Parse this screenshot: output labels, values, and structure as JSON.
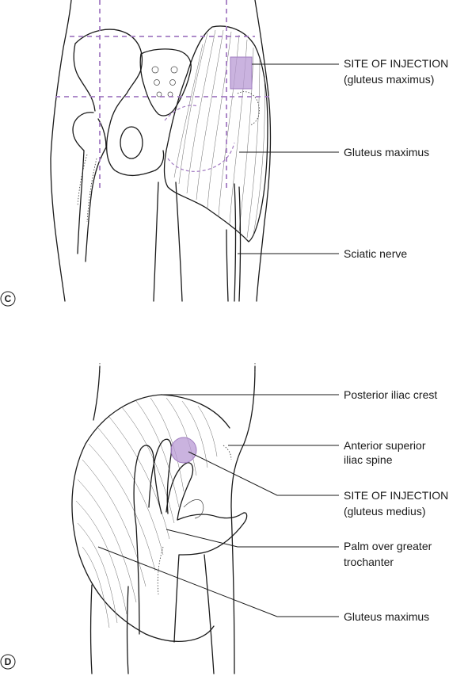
{
  "panel_c": {
    "letter": "C",
    "labels": {
      "site_title": "SITE OF INJECTION",
      "site_sub": "(gluteus maximus)",
      "gluteus_maximus": "Gluteus maximus",
      "sciatic_nerve": "Sciatic nerve"
    }
  },
  "panel_d": {
    "letter": "D",
    "labels": {
      "posterior_iliac_crest": "Posterior iliac crest",
      "asis_line1": "Anterior superior",
      "asis_line2": "iliac spine",
      "site_title": "SITE OF INJECTION",
      "site_sub": "(gluteus medius)",
      "palm_line1": "Palm over greater",
      "palm_line2": "trochanter",
      "gluteus_maximus": "Gluteus maximus"
    }
  },
  "colors": {
    "injection_site": "#b89ad4",
    "guide_lines": "#a37bc2",
    "outline": "#1a1a1a"
  }
}
